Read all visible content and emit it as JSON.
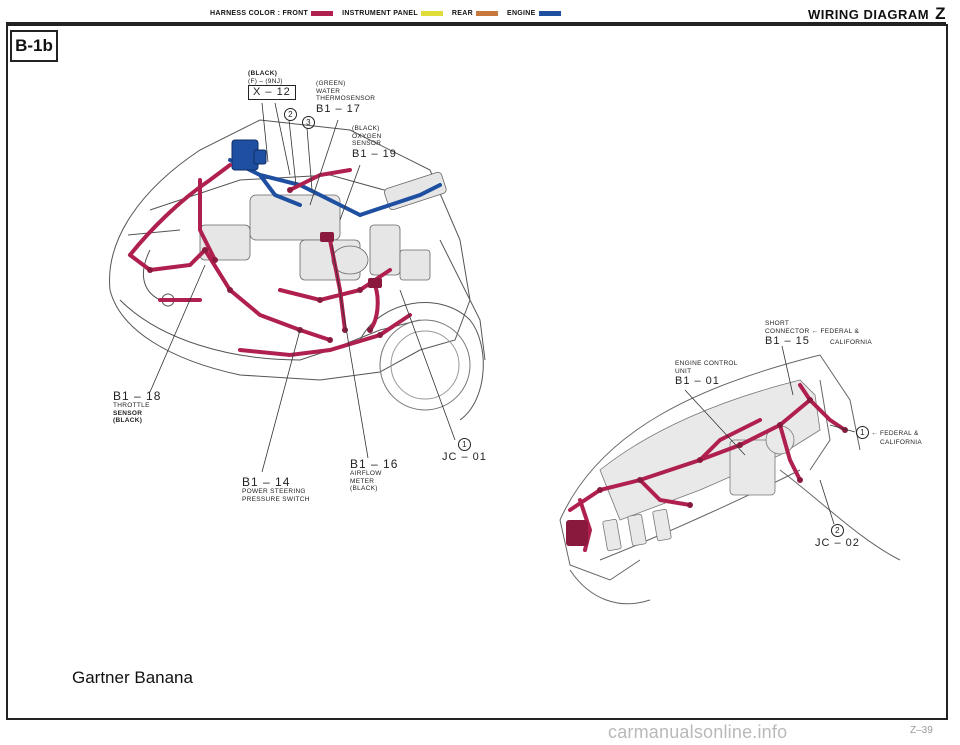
{
  "header": {
    "legend_title": "HARNESS COLOR : FRONT",
    "legend": [
      {
        "label": "INSTRUMENT PANEL",
        "color": "#e0dd3a"
      },
      {
        "label": "REAR",
        "color": "#c8783a"
      },
      {
        "label": "ENGINE",
        "color": "#1e4fa0"
      }
    ],
    "front_color": "#b0204e",
    "title": "WIRING DIAGRAM",
    "section": "Z"
  },
  "badge": "B-1b",
  "engine_labels": {
    "x12": {
      "line1": "(BLACK)",
      "line2": "(F) – (9NJ)",
      "code": "X – 12"
    },
    "b117": {
      "line1": "(GREEN)",
      "line2": "WATER",
      "line3": "THERMOSENSOR",
      "code": "B1 – 17"
    },
    "circle2": "2",
    "circle3": "3",
    "b119": {
      "line1": "(BLACK)",
      "line2": "OXYGEN",
      "line3": "SENSOR",
      "code": "B1 – 19"
    },
    "b118": {
      "code": "B1 – 18",
      "line1": "THROTTLE",
      "line2": "SENSOR",
      "line3": "(BLACK)"
    },
    "jc01": {
      "circle": "1",
      "code": "JC – 01"
    },
    "b116": {
      "code": "B1 – 16",
      "line1": "AIRFLOW",
      "line2": "METER",
      "line3": "(BLACK)"
    },
    "b114": {
      "code": "B1 – 14",
      "line1": "POWER STEERING",
      "line2": "PRESSURE SWITCH"
    }
  },
  "dash_labels": {
    "b115": {
      "line1": "SHORT",
      "line2": "CONNECTOR",
      "note": "← FEDERAL &",
      "note2": "CALIFORNIA",
      "code": "B1 – 15"
    },
    "b101": {
      "line1": "ENGINE CONTROL",
      "line2": "UNIT",
      "code": "B1 – 01"
    },
    "circle1": {
      "circle": "1",
      "note": "← FEDERAL &",
      "note2": "CALIFORNIA"
    },
    "jc02": {
      "circle": "2",
      "code": "JC – 02"
    }
  },
  "footer": {
    "caption": "Gartner Banana",
    "watermark": "carmanualsonline.info",
    "page": "Z–39"
  }
}
